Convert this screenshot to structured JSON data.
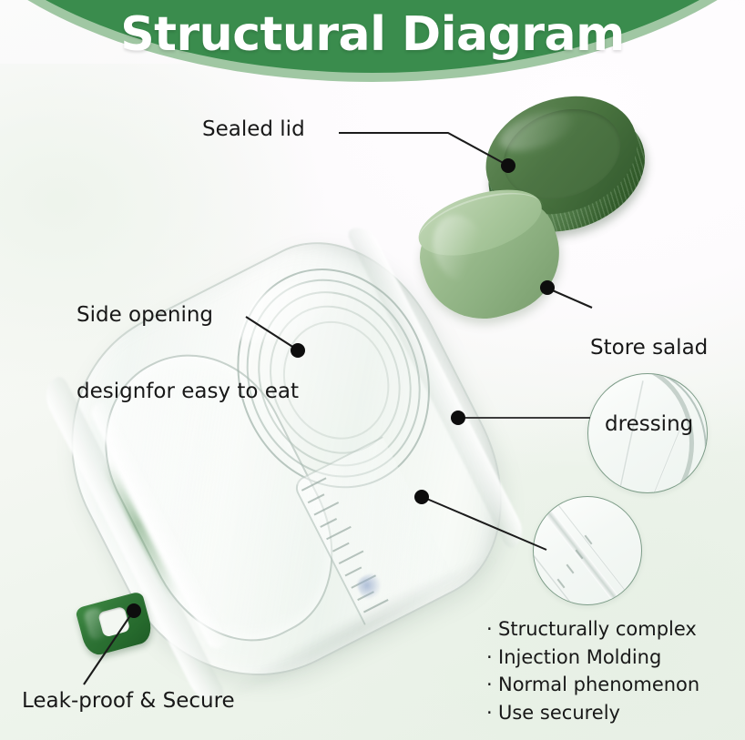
{
  "header": {
    "title": "Structural Diagram",
    "band_color": "#3a8c4d",
    "shadow_color": "#8fbd93",
    "title_color": "#ffffff"
  },
  "background": {
    "base_color": "#f6f8f4",
    "tint_color": "#e8f1e6",
    "highlight_color": "#fffdff"
  },
  "labels": {
    "sealed_lid": "Sealed lid",
    "side_opening_line1": "Side opening",
    "side_opening_line2": "designfor easy to eat",
    "store_salad_line1": "Store salad",
    "store_salad_line2": "dressing",
    "leak_proof": "Leak-proof & Secure"
  },
  "bullets": {
    "marker": "·",
    "items": [
      "Structurally complex",
      "Injection Molding",
      "Normal phenomenon",
      "Use securely"
    ]
  },
  "parts": {
    "lid": {
      "name": "Sealed lid",
      "color": "#49733f"
    },
    "dressing_cup": {
      "name": "Dressing container",
      "color": "#9dbd90"
    },
    "jar_body": {
      "name": "Transparent salad jar",
      "color": "#f2f6f3"
    },
    "latch": {
      "name": "Leak-proof latch",
      "color": "#2f7436"
    }
  },
  "detail_callouts": [
    {
      "name": "Rim and wall detail"
    },
    {
      "name": "Measurement scale detail"
    }
  ]
}
